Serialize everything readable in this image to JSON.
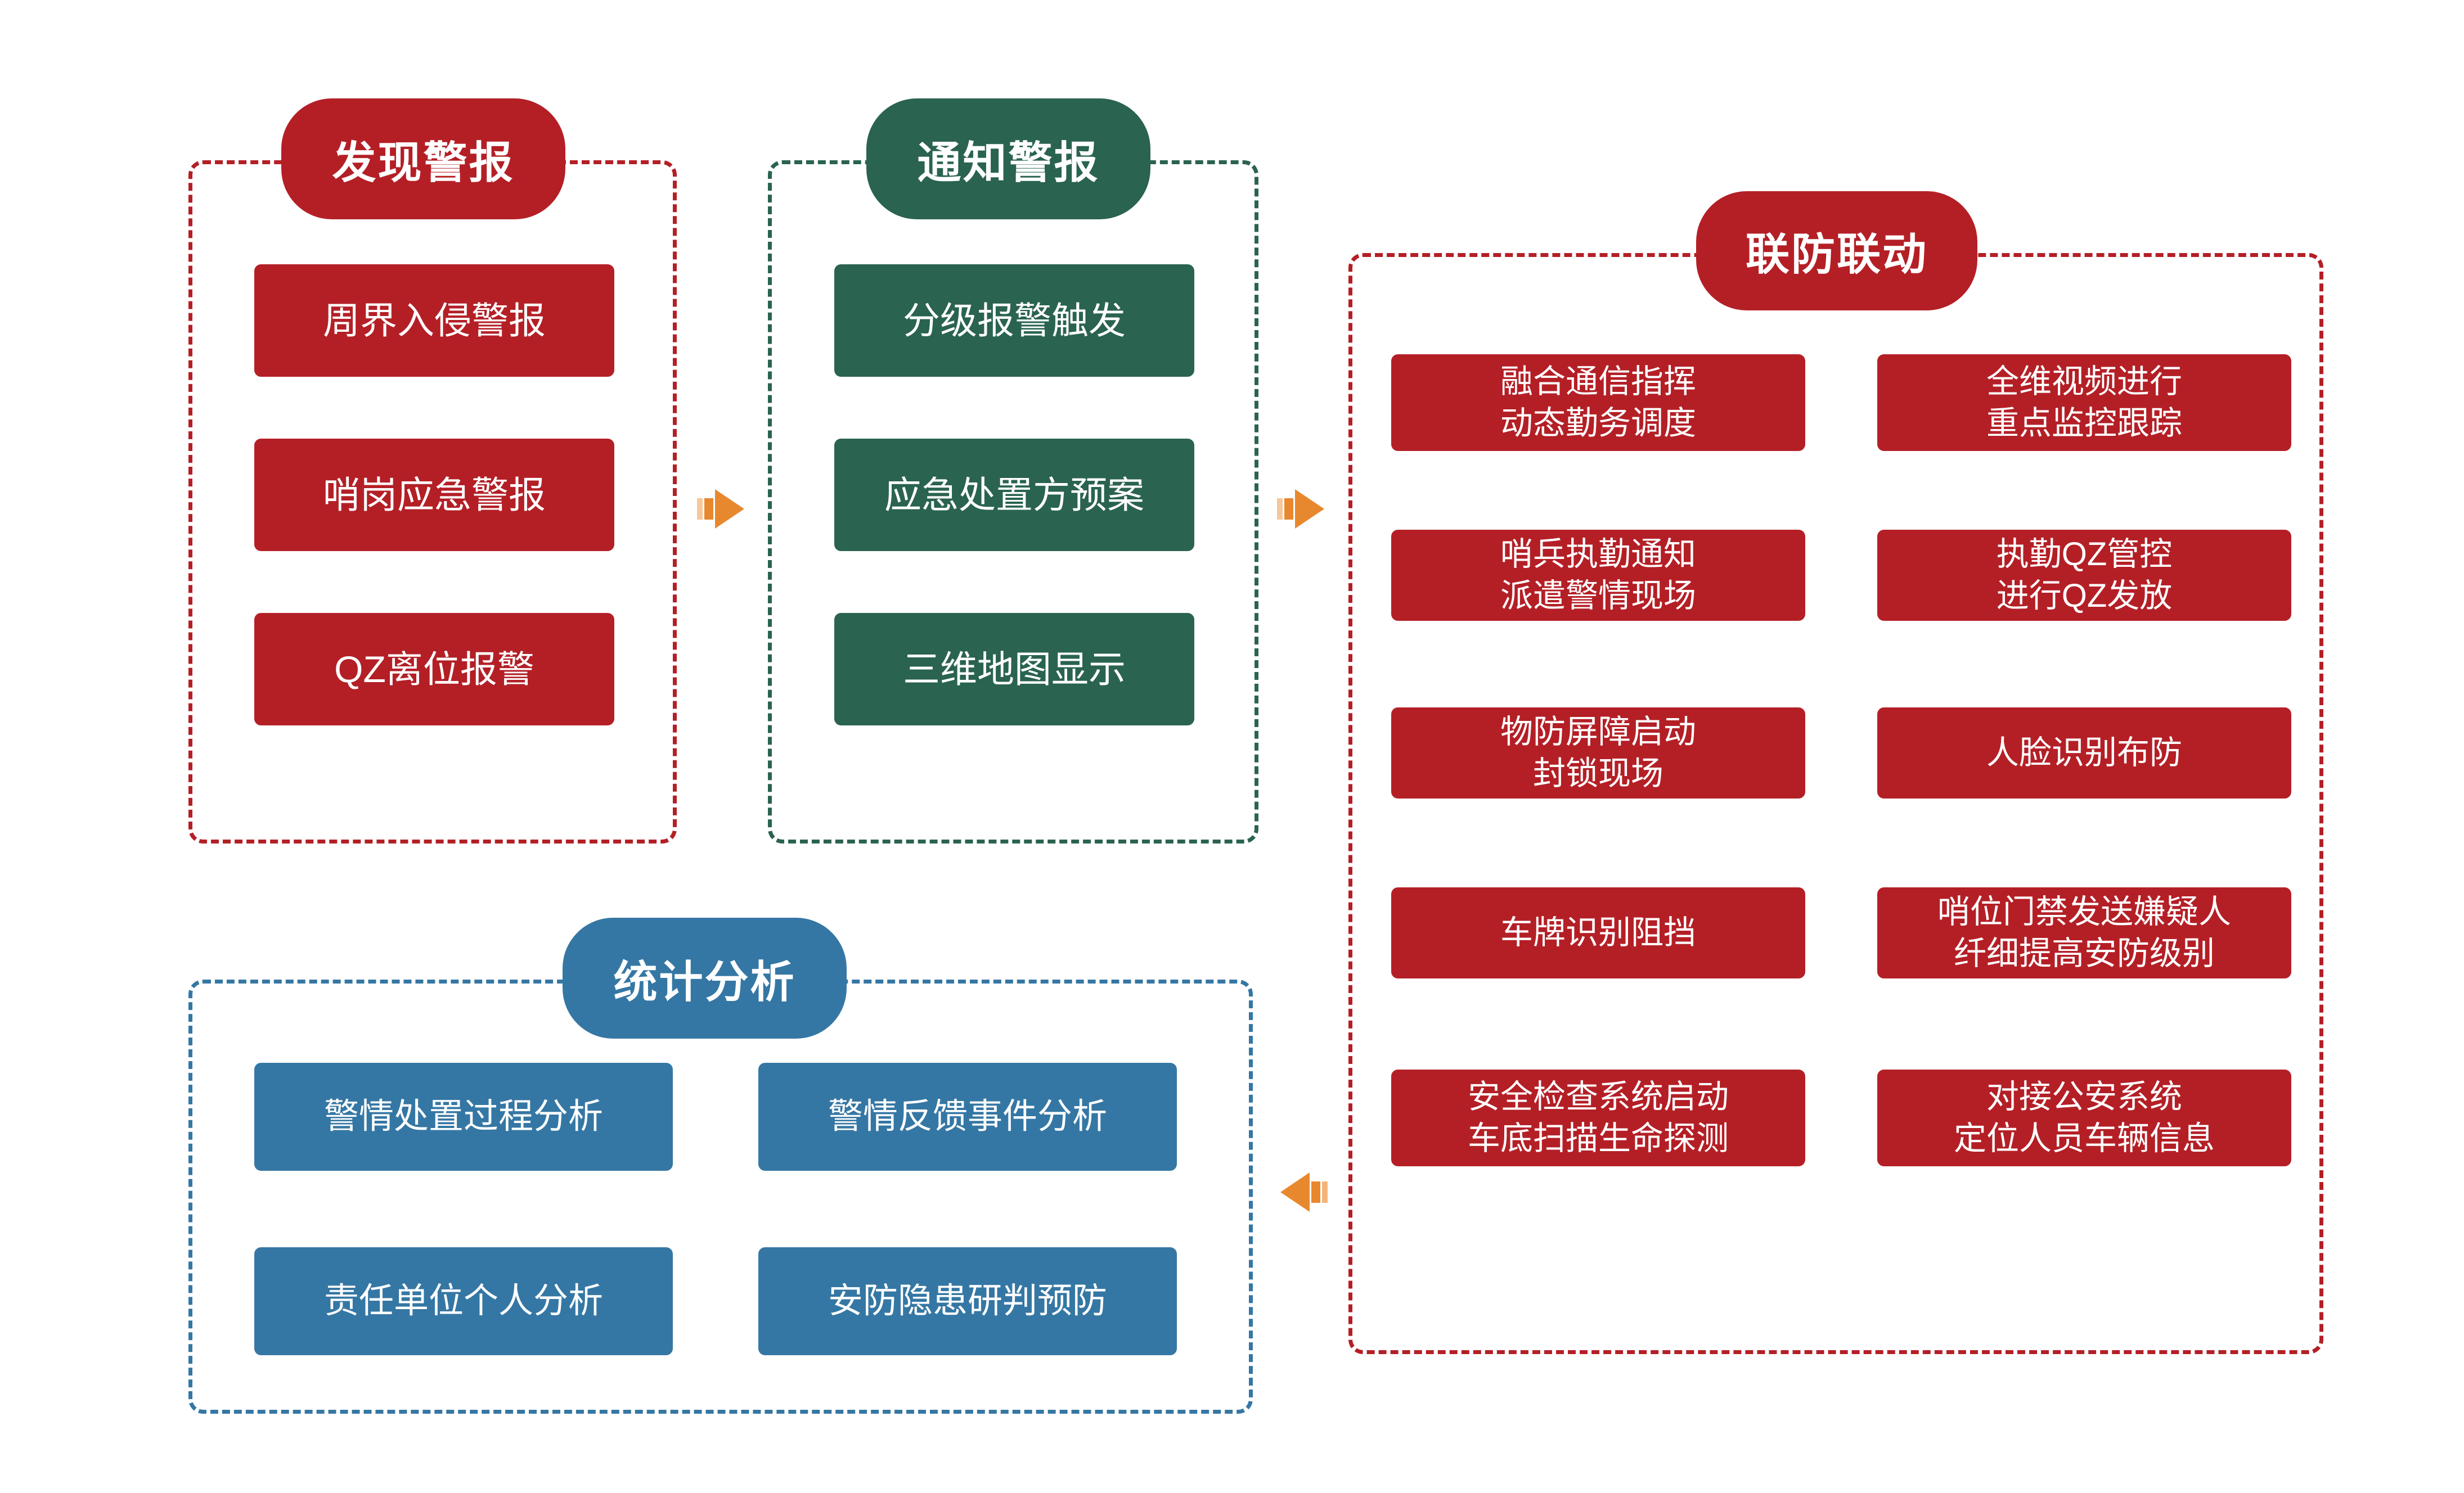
{
  "diagram": {
    "title_colors": {
      "red": "#B41F26",
      "green": "#2A6350",
      "blue": "#3577A4",
      "arrow_orange": "#E8882E",
      "arrow_orange_light": "#F5C08A",
      "background": "#FFFFFF"
    }
  },
  "panels": {
    "discover": {
      "title": "发现警报",
      "color": "#B41F26",
      "items": [
        {
          "label": "周界入侵警报"
        },
        {
          "label": "哨岗应急警报"
        },
        {
          "label": "QZ离位报警"
        }
      ]
    },
    "notify": {
      "title": "通知警报",
      "color": "#2A6350",
      "items": [
        {
          "label": "分级报警触发"
        },
        {
          "label": "应急处置方预案"
        },
        {
          "label": "三维地图显示"
        }
      ]
    },
    "joint": {
      "title": "联防联动",
      "color": "#B41F26",
      "items_left": [
        {
          "label": "融合通信指挥\n动态勤务调度"
        },
        {
          "label": "哨兵执勤通知\n派遣警情现场"
        },
        {
          "label": "物防屏障启动\n封锁现场"
        },
        {
          "label": "车牌识别阻挡"
        },
        {
          "label": "安全检查系统启动\n车底扫描生命探测"
        }
      ],
      "items_right": [
        {
          "label": "全维视频进行\n重点监控跟踪"
        },
        {
          "label": "执勤QZ管控\n进行QZ发放"
        },
        {
          "label": "人脸识别布防"
        },
        {
          "label": "哨位门禁发送嫌疑人\n纤细提高安防级别"
        },
        {
          "label": "对接公安系统\n定位人员车辆信息"
        }
      ]
    },
    "stats": {
      "title": "统计分析",
      "color": "#3577A4",
      "items_left": [
        {
          "label": "警情处置过程分析"
        },
        {
          "label": "责任单位个人分析"
        }
      ],
      "items_right": [
        {
          "label": "警情反馈事件分析"
        },
        {
          "label": "安防隐患研判预防"
        }
      ]
    }
  },
  "arrows": [
    {
      "name": "arrow-discover-to-notify",
      "direction": "right"
    },
    {
      "name": "arrow-notify-to-joint",
      "direction": "right"
    },
    {
      "name": "arrow-joint-to-stats",
      "direction": "left"
    }
  ]
}
